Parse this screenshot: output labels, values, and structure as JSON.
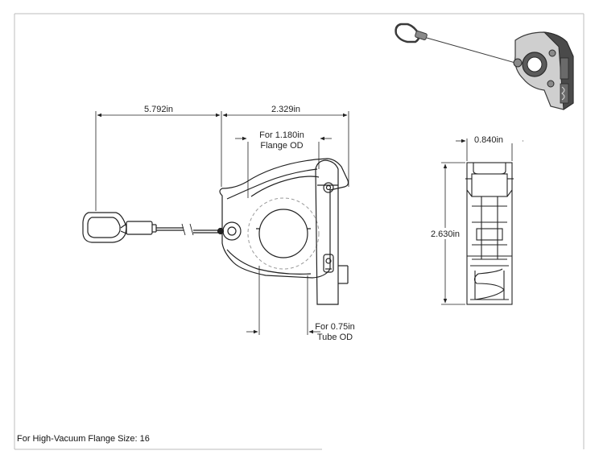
{
  "dimensions": {
    "cable_length": "5.792in",
    "clamp_width": "2.329in",
    "flange_od_line1": "For 1.180in",
    "flange_od_line2": "Flange OD",
    "tube_od_line1": "For 0.75in",
    "tube_od_line2": "Tube OD",
    "side_width": "0.840in",
    "side_height": "2.630in"
  },
  "footer": {
    "note": "For High-Vacuum Flange Size: 16"
  },
  "colors": {
    "line": "#222222",
    "hidden_line": "#9a9a9a",
    "frame": "#bdbdbd",
    "render_dark": "#3a3a3a",
    "render_mid": "#8a8a8a",
    "render_light": "#cfcfcf"
  }
}
